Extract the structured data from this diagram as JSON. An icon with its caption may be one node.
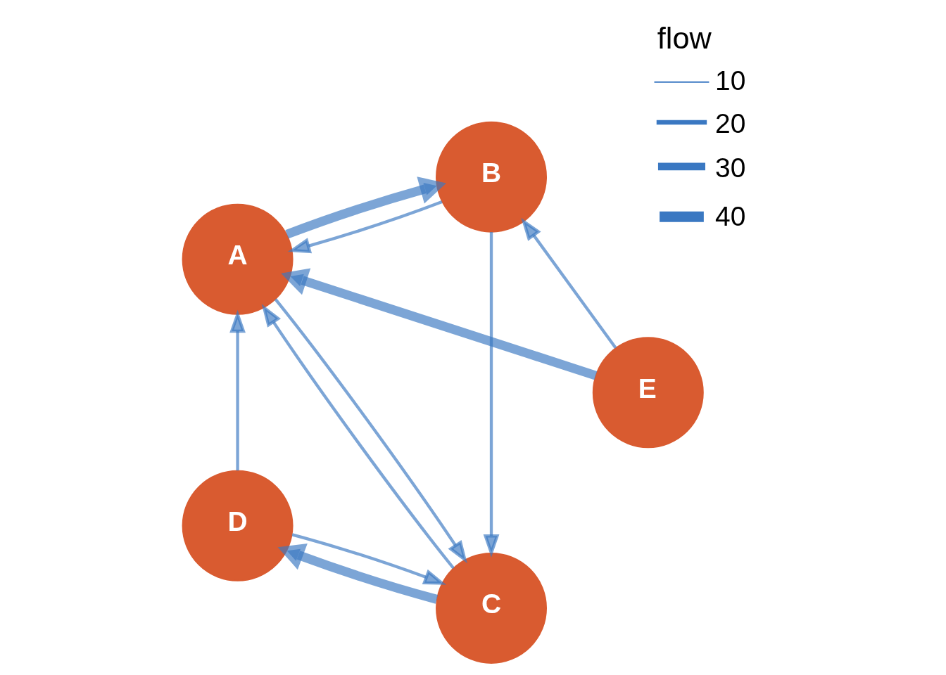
{
  "diagram": {
    "nodes": [
      {
        "text": [
          "B"
        ]
      },
      {
        "text": [
          "C"
        ]
      },
      {
        "text": [
          "A"
        ]
      },
      {
        "text": [
          "D"
        ]
      },
      {
        "text": [
          "E"
        ]
      }
    ],
    "edges": [
      {
        "from": 0,
        "to": 1,
        "arrow": "to"
      },
      {
        "from": 2,
        "to": 1,
        "arrow": "to"
      },
      {
        "from": 1,
        "to": 2,
        "arrow": "to"
      },
      {
        "from": 2,
        "to": 0,
        "arrow": "to",
        "style": "thick"
      },
      {
        "from": 0,
        "to": 2,
        "arrow": "to"
      },
      {
        "from": 4,
        "to": 0,
        "arrow": "to"
      },
      {
        "from": 4,
        "to": 2,
        "arrow": "to",
        "style": "thick"
      },
      {
        "from": 3,
        "to": 2,
        "arrow": "to"
      },
      {
        "from": 1,
        "to": 3,
        "arrow": "to",
        "style": "thick"
      },
      {
        "from": 3,
        "to": 1,
        "arrow": "to"
      }
    ],
    "labels": [
      "flow"
    ],
    "legend": [
      {
        "text": "10"
      },
      {
        "text": "20"
      },
      {
        "text": "30"
      },
      {
        "text": "40"
      }
    ]
  }
}
